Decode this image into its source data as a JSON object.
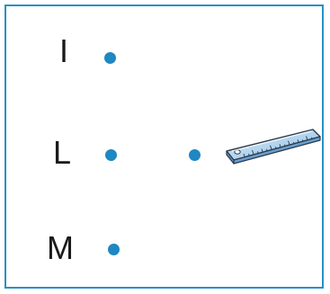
{
  "rows": [
    {
      "letter": "I"
    },
    {
      "letter": "L"
    },
    {
      "letter": "M"
    }
  ],
  "colors": {
    "frame_border": "#2a8fc6",
    "dot": "#1f87c2",
    "ruler_fill": "#b9d8f2",
    "ruler_stroke": "#2a3a4a"
  },
  "icons": {
    "ruler": "ruler-icon"
  }
}
